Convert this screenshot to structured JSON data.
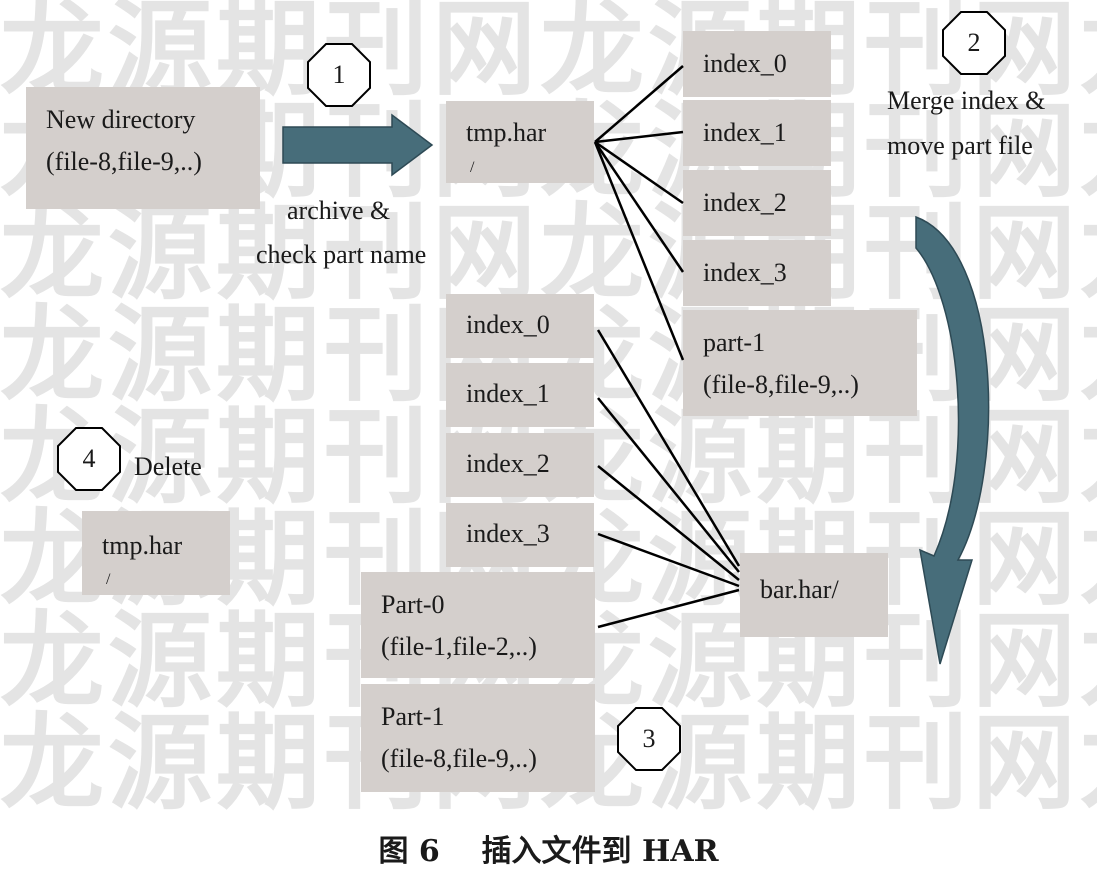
{
  "watermark": "龙源期刊网龙源期刊网龙源期刊网",
  "steps": {
    "step1": "1",
    "step2": "2",
    "step3": "3",
    "step4": "4"
  },
  "labels": {
    "archive_1": "archive &",
    "archive_2": "check part name",
    "merge_1": "Merge index &",
    "merge_2": "move part file",
    "delete": "Delete"
  },
  "boxes": {
    "new_dir_1": "New directory",
    "new_dir_2": "(file-8,file-9,..)",
    "tmp_har": "tmp.har",
    "tmp_har_tick": "/",
    "top_index": [
      "index_0",
      "index_1",
      "index_2",
      "index_3"
    ],
    "top_part_1": "part-1",
    "top_part_2": "(file-8,file-9,..)",
    "bottom_index": [
      "index_0",
      "index_1",
      "index_2",
      "index_3"
    ],
    "part0_1": "Part-0",
    "part0_2": "(file-1,file-2,..)",
    "part1_1": "Part-1",
    "part1_2": "(file-8,file-9,..)",
    "bar_har": "bar.har/",
    "tmp_har_deleted": "tmp.har",
    "tmp_har_deleted_tick": "/"
  },
  "caption": "图 6    插入文件到 HAR",
  "colors": {
    "box_fill": "#d4cfcc",
    "arrow_fill": "#476d7a",
    "line": "#000000"
  }
}
